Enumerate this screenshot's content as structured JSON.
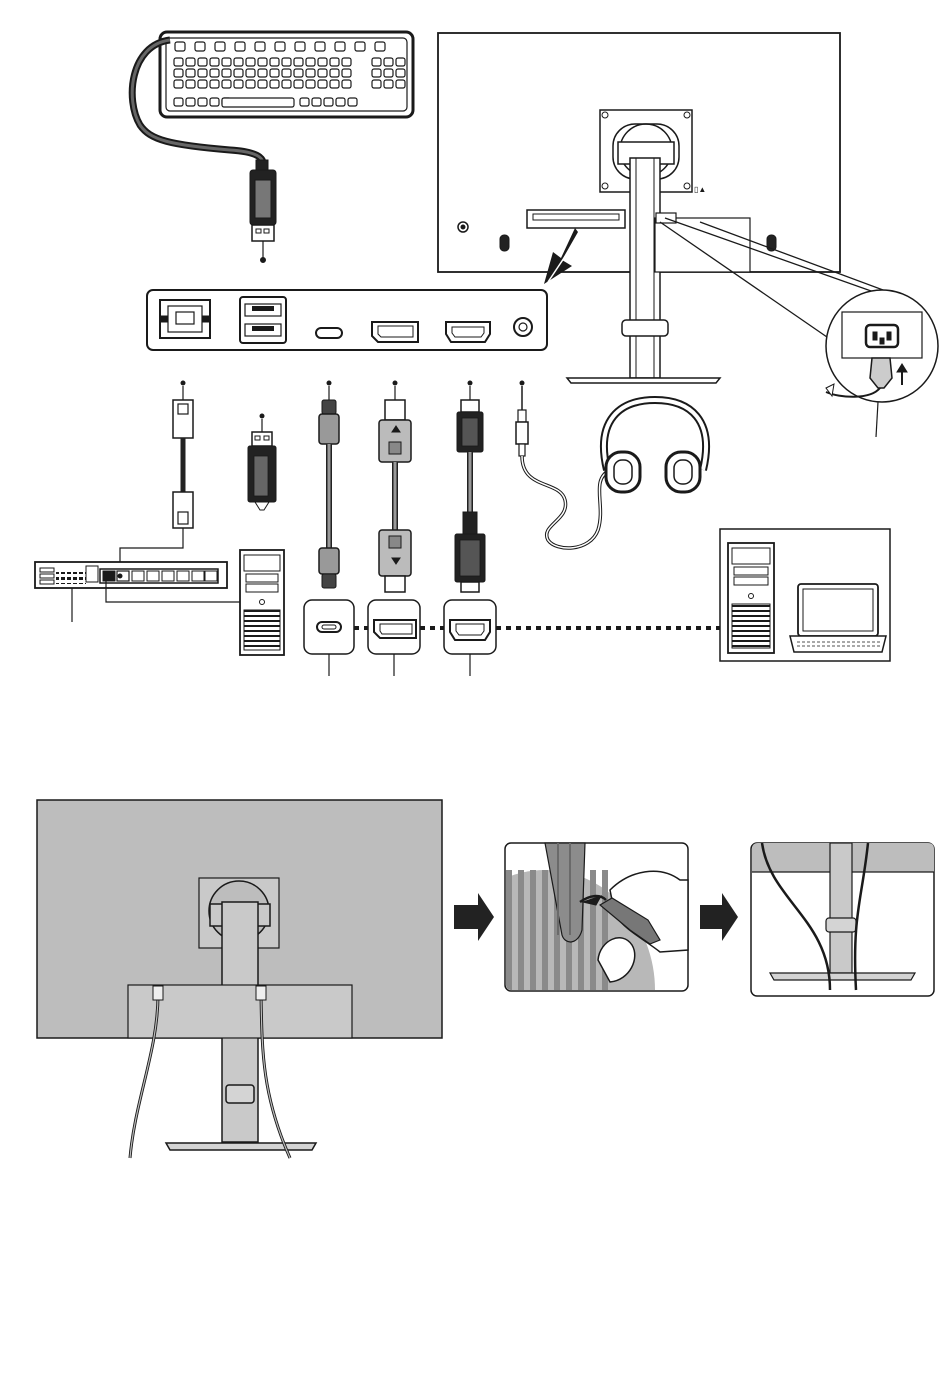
{
  "colors": {
    "line": "#1a1a1a",
    "monitor_back": "#bdbdbd",
    "monitor_light": "#d4d4d4",
    "stripe_dark": "#8a8a8a",
    "stripe_light": "#b8b8b8",
    "arrow": "#222222",
    "paper": "#ffffff"
  },
  "icons": {
    "keyboard": "keyboard-icon",
    "usb_a": "usb-a-plug-icon",
    "usb_c": "usb-c-plug-icon",
    "displayport": "displayport-plug-icon",
    "hdmi": "hdmi-plug-icon",
    "audio": "audio-jack-icon",
    "headphones": "headphones-icon",
    "ethernet": "ethernet-plug-icon",
    "router": "network-switch-icon",
    "desktop": "desktop-pc-icon",
    "laptop": "laptop-icon",
    "power": "power-plug-icon",
    "arrow": "arrow-right-icon"
  },
  "steps": [
    "step-1-route-cables",
    "step-2-open-clip",
    "step-3-clip-cables"
  ]
}
